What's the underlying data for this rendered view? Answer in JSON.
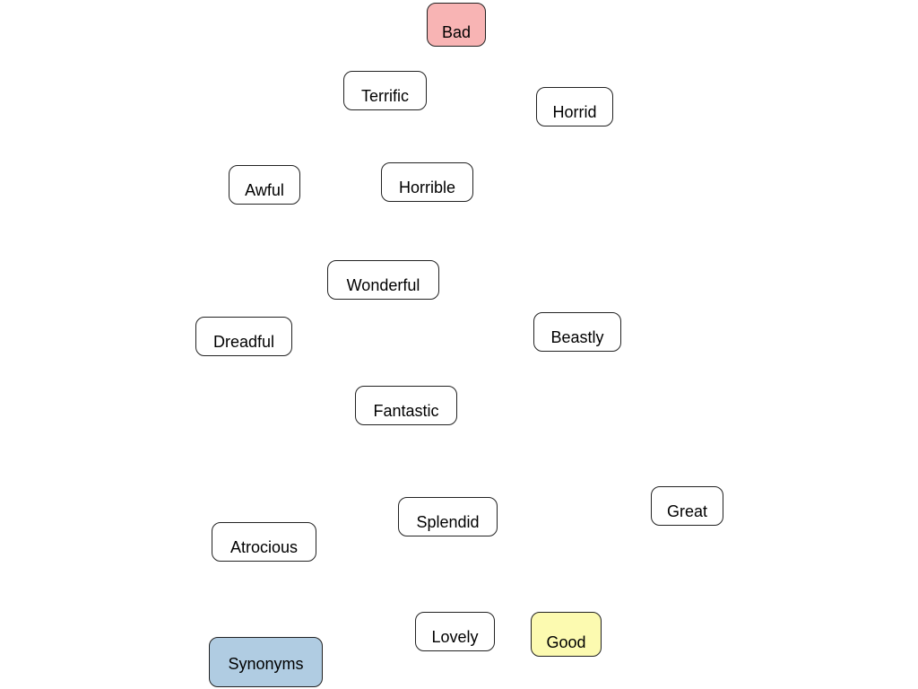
{
  "targets": {
    "bad": {
      "label": "Bad",
      "color": "#f8b4b4"
    },
    "good": {
      "label": "Good",
      "color": "#fcfab0"
    },
    "synonyms": {
      "label": "Synonyms",
      "color": "#b0cce2"
    }
  },
  "words": {
    "terrific": "Terrific",
    "horrid": "Horrid",
    "awful": "Awful",
    "horrible": "Horrible",
    "wonderful": "Wonderful",
    "dreadful": "Dreadful",
    "beastly": "Beastly",
    "fantastic": "Fantastic",
    "great": "Great",
    "splendid": "Splendid",
    "atrocious": "Atrocious",
    "lovely": "Lovely"
  }
}
